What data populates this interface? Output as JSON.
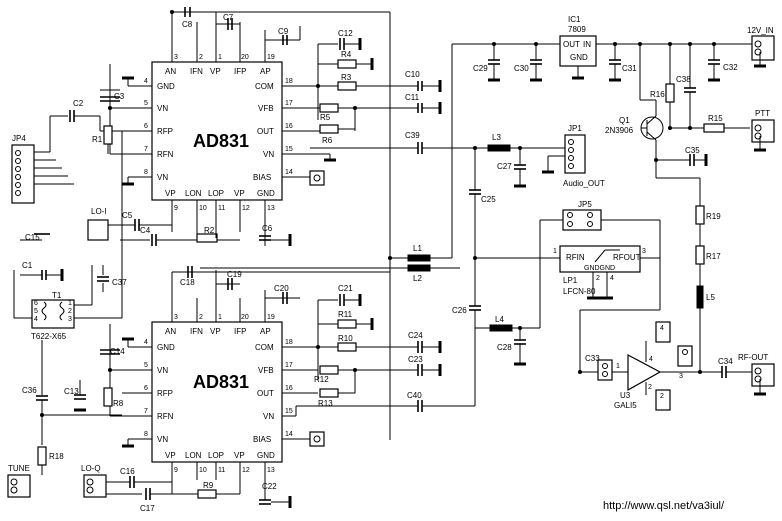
{
  "ic_top": {
    "name": "AD831",
    "pins": {
      "p3": "3",
      "p2": "2",
      "p1": "1",
      "p20": "20",
      "p19": "19",
      "an": "AN",
      "ifn": "IFN",
      "vp": "VP",
      "ifp": "IFP",
      "ap": "AP",
      "p4": "4",
      "gnd": "GND",
      "p5": "5",
      "vn": "VN",
      "p6": "6",
      "rfp": "RFP",
      "p7": "7",
      "rfn": "RFN",
      "p8": "8",
      "vn2": "VN",
      "p18": "18",
      "com": "COM",
      "p17": "17",
      "vfb": "VFB",
      "p16": "16",
      "out": "OUT",
      "p15": "15",
      "vn3": "VN",
      "p14": "14",
      "bias": "BIAS",
      "p9": "9",
      "p10": "10",
      "p11": "11",
      "p12": "12",
      "p13": "13",
      "vpb": "VP",
      "lon": "LON",
      "lop": "LOP",
      "vp2": "VP",
      "gnd2": "GND"
    }
  },
  "ic_bot": {
    "name": "AD831",
    "pins": {
      "p3": "3",
      "p2": "2",
      "p1": "1",
      "p20": "20",
      "p19": "19",
      "an": "AN",
      "ifn": "IFN",
      "vp": "VP",
      "ifp": "IFP",
      "ap": "AP",
      "p4": "4",
      "gnd": "GND",
      "p5": "5",
      "vn": "VN",
      "p6": "6",
      "rfp": "RFP",
      "p7": "7",
      "rfn": "RFN",
      "p8": "8",
      "vn2": "VN",
      "p18": "18",
      "com": "COM",
      "p17": "17",
      "vfb": "VFB",
      "p16": "16",
      "out": "OUT",
      "p15": "15",
      "vn3": "VN",
      "p14": "14",
      "bias": "BIAS",
      "p9": "9",
      "p10": "10",
      "p11": "11",
      "p12": "12",
      "p13": "13",
      "vpb": "VP",
      "lon": "LON",
      "lop": "LOP",
      "vp2": "VP",
      "gnd2": "GND"
    }
  },
  "components": {
    "c8": "C8",
    "c7": "C7",
    "c9": "C9",
    "c12": "C12",
    "r4": "R4",
    "r3": "R3",
    "c10": "C10",
    "c11": "C11",
    "r5": "R5",
    "r6": "R6",
    "c39": "C39",
    "c2": "C2",
    "c3": "C3",
    "r1": "R1",
    "jp4": "JP4",
    "c15": "C15",
    "c1": "C1",
    "t1": "T1",
    "t1_part": "T622-X65",
    "c37": "C37",
    "lo_i": "LO-I",
    "c5": "C5",
    "c4": "C4",
    "r2": "R2",
    "c6": "C6",
    "l1": "L1",
    "l2": "L2",
    "c18": "C18",
    "c19": "C19",
    "c20": "C20",
    "c21": "C21",
    "r11": "R11",
    "r10": "R10",
    "c24": "C24",
    "c23": "C23",
    "r12": "R12",
    "r13": "R13",
    "c40": "C40",
    "c14": "C14",
    "c13": "C13",
    "r8": "R8",
    "c36": "C36",
    "r18": "R18",
    "tune": "TUNE",
    "lo_q": "LO-Q",
    "c16": "C16",
    "c17": "C17",
    "r9": "R9",
    "c22": "C22",
    "ic1": "IC1",
    "ic1_part": "7809",
    "ic1_out": "OUT",
    "ic1_in": "IN",
    "ic1_gnd": "GND",
    "c29": "C29",
    "c30": "C30",
    "c31": "C31",
    "v12": "12V_IN",
    "c32": "C32",
    "c38": "C38",
    "r16": "R16",
    "q1": "Q1",
    "q1_part": "2N3906",
    "r15": "R15",
    "ptt": "PTT",
    "c35": "C35",
    "l3": "L3",
    "jp1": "JP1",
    "audio_out": "Audio_OUT",
    "c27": "C27",
    "c25": "C25",
    "jp5": "JP5",
    "lp1": "LP1",
    "lp1_part": "LFCN-80",
    "rfin": "RFIN",
    "rfout": "RFOUT",
    "gndgnd": "GNDGND",
    "c26": "C26",
    "l4": "L4",
    "c28": "C28",
    "r19": "R19",
    "r17": "R17",
    "l5": "L5",
    "c33": "C33",
    "c34": "C34",
    "u3": "U3",
    "u3_part": "GALI5",
    "rf_out": "RF-OUT"
  },
  "pins": {
    "n1": "1",
    "n2": "2",
    "n3": "3",
    "n4": "4",
    "n5": "5",
    "n6": "6"
  },
  "footer": {
    "url": "http://www.qsl.net/va3iul/"
  }
}
